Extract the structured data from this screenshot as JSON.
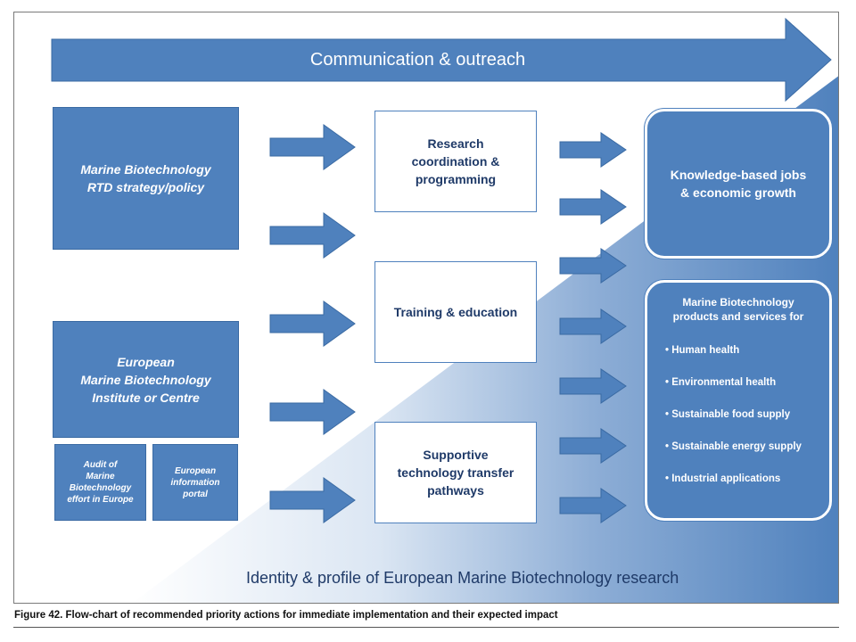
{
  "banner": {
    "label": "Communication & outreach"
  },
  "left": {
    "strategy": [
      "Marine Biotechnology",
      "RTD strategy/policy"
    ],
    "institute": [
      "European",
      "Marine Biotechnology",
      "Institute or Centre"
    ],
    "audit": [
      "Audit of",
      "Marine",
      "Biotechnology",
      "effort in Europe"
    ],
    "portal": [
      "European",
      "information",
      "portal"
    ]
  },
  "middle": {
    "research": [
      "Research",
      "coordination &",
      "programming"
    ],
    "training": [
      "Training & education"
    ],
    "transfer": [
      "Supportive",
      "technology transfer",
      "pathways"
    ]
  },
  "right": {
    "jobs": [
      "Knowledge-based jobs",
      "& economic growth"
    ],
    "products_title": [
      "Marine Biotechnology",
      "products and services for"
    ],
    "products_items": [
      "• Human health",
      "• Environmental health",
      "• Sustainable food supply",
      "• Sustainable energy supply",
      "• Industrial applications"
    ]
  },
  "footer": "Identity & profile of European Marine Biotechnology research",
  "caption": "Figure 42. Flow-chart of recommended priority actions for immediate implementation and their expected impact",
  "colors": {
    "primary": "#4f81bd",
    "border": "#3a6aa3",
    "text_dark": "#1f3a68"
  }
}
